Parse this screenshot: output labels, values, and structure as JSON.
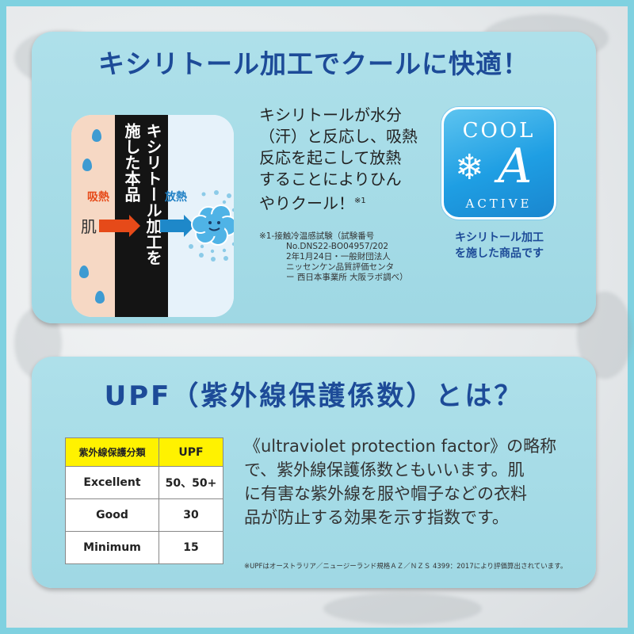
{
  "cool_section": {
    "title": "キシリトール加工でクールに快適！",
    "diagram": {
      "skin_label": "肌",
      "absorb_label": "吸熱",
      "release_label": "放熱",
      "fabric_lines": [
        "キシリトール加工を",
        "施した本品"
      ]
    },
    "description_lines": [
      "キシリトールが水分",
      "（汗）と反応し、吸熱",
      "反応を起こして放熱",
      "することによりひん",
      "やりクール！"
    ],
    "description_footnote_mark": "※1",
    "footnote_lines": [
      "※1-接触冷温感試験（試験番号",
      "No.DNS22-BO04957/202",
      "2年1月24日・一般財団法人",
      "ニッセンケン品質評価センタ",
      "ー 西日本事業所 大阪ラボ調べ）"
    ],
    "badge": {
      "top_text": "COOL",
      "letter": "A",
      "bottom_text": "ACTIVE",
      "snow_icon": "snowflake-icon",
      "caption_lines": [
        "キシリトール加工",
        "を施した商品です"
      ]
    }
  },
  "upf_section": {
    "title": "UPF（紫外線保護係数）とは？",
    "table": {
      "headers": [
        "紫外線保護分類",
        "UPF"
      ],
      "rows": [
        [
          "Excellent",
          "50、50+"
        ],
        [
          "Good",
          "30"
        ],
        [
          "Minimum",
          "15"
        ]
      ],
      "header_color": "#fff200"
    },
    "description_lines": [
      "《ultraviolet protection factor》の略称",
      "で、紫外線保護係数ともいいます。肌",
      "に有害な紫外線を服や帽子などの衣料",
      "品が防止する効果を示す指数です。"
    ],
    "note": "※UPFはオーストラリア／ニュージーランド規格ＡＺ／ＮＺＳ 4399：2017により評価算出されています。"
  },
  "colors": {
    "border": "#7fd1e0",
    "panel": "#aee0ea",
    "title": "#1d4b98",
    "badge": "#1e9ee3"
  }
}
